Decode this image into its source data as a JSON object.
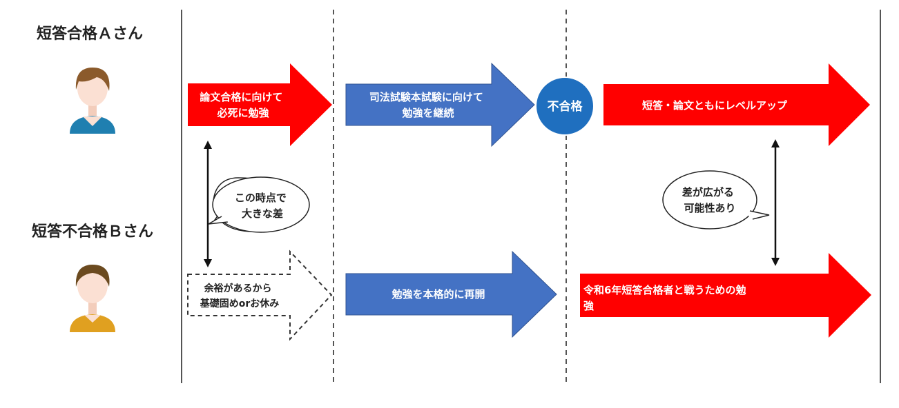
{
  "person_a": {
    "label": "短答合格Ａさん"
  },
  "person_b": {
    "label": "短答不合格Ｂさん"
  },
  "arrows": {
    "a1": {
      "lines": [
        "論文合格に向けて",
        "必死に勉強"
      ]
    },
    "a2": {
      "lines": [
        "司法試験本試験に向けて",
        "勉強を継続"
      ]
    },
    "a3": {
      "lines": [
        "短答・論文ともにレベルアップ"
      ]
    },
    "b1": {
      "lines": [
        "余裕があるから",
        "基礎固めorお休み"
      ]
    },
    "b2": {
      "lines": [
        "勉強を本格的に再開"
      ]
    },
    "b3": {
      "lines": [
        "令和6年短答合格者と戦うための勉",
        "強"
      ]
    }
  },
  "result_badge": {
    "label": "不合格"
  },
  "bubbles": {
    "left": {
      "lines": [
        "この時点で",
        "大きな差"
      ]
    },
    "right": {
      "lines": [
        "差が広がる",
        "可能性あり"
      ]
    }
  },
  "colors": {
    "red": "#ff0000",
    "blue": "#4472c4",
    "badge": "#1f6fbf",
    "skin": "#fbe0d3",
    "a_hair": "#8b5a2b",
    "a_shirt": "#1f7fb0",
    "b_hair": "#6b4a1f",
    "b_shirt": "#e0a020"
  }
}
